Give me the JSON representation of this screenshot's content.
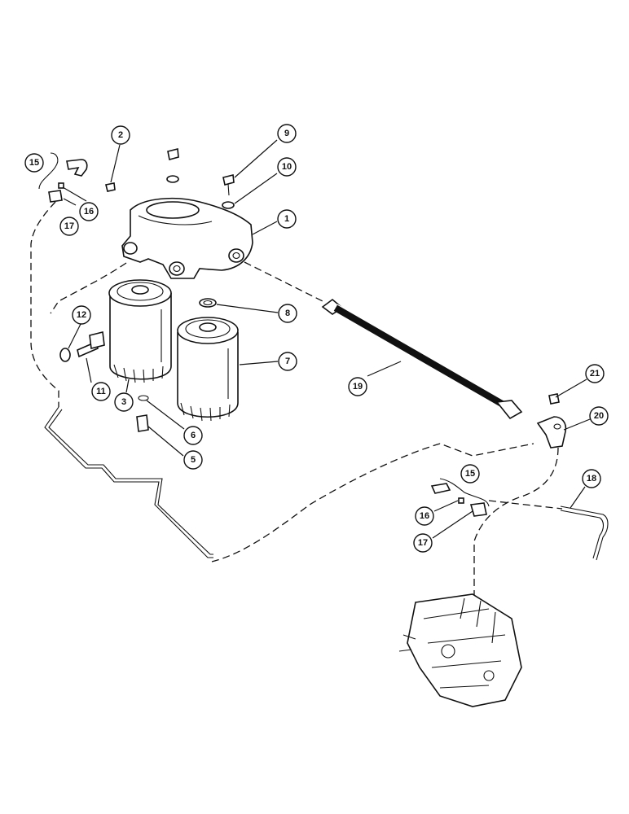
{
  "callouts": [
    {
      "label": "1"
    },
    {
      "label": "2"
    },
    {
      "label": "3"
    },
    {
      "label": "5"
    },
    {
      "label": "6"
    },
    {
      "label": "7"
    },
    {
      "label": "8"
    },
    {
      "label": "9"
    },
    {
      "label": "10"
    },
    {
      "label": "11"
    },
    {
      "label": "12"
    },
    {
      "label": "15"
    },
    {
      "label": "16"
    },
    {
      "label": "17"
    },
    {
      "label": "19"
    },
    {
      "label": "21"
    },
    {
      "label": "20"
    },
    {
      "label": "18"
    },
    {
      "label": "15"
    },
    {
      "label": "16"
    },
    {
      "label": "17"
    }
  ]
}
